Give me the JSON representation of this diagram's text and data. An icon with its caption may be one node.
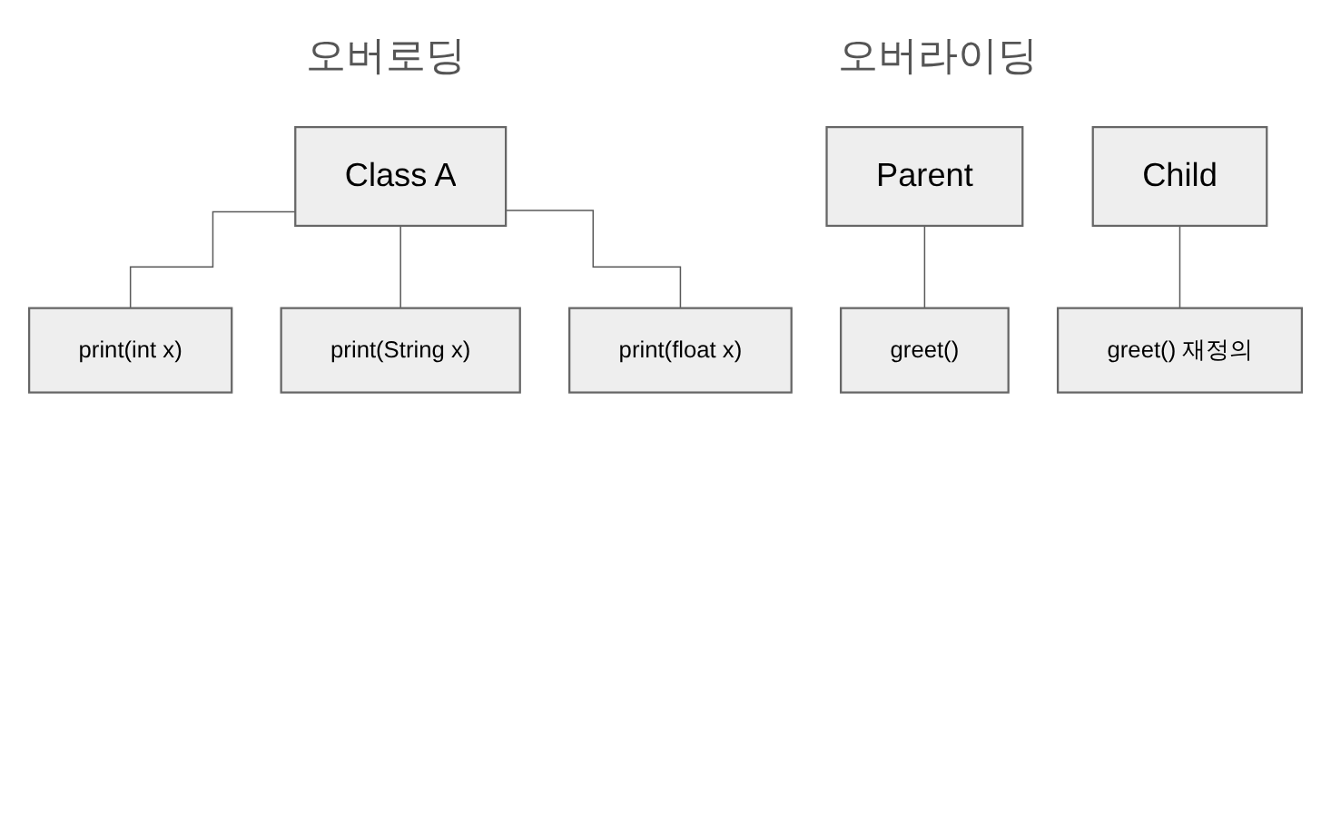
{
  "diagram": {
    "nodes": [
      {
        "text": [
          "Class A"
        ]
      },
      {
        "text": [
          "print(int x)"
        ]
      },
      {
        "text": [
          "print(String x)"
        ]
      },
      {
        "text": [
          "print(float x)"
        ]
      },
      {
        "text": [
          "Parent"
        ]
      },
      {
        "text": [
          "greet()"
        ]
      },
      {
        "text": [
          "Child"
        ]
      },
      {
        "text": [
          "greet() 재정의"
        ]
      }
    ],
    "edges": [
      {
        "from": 0,
        "to": 1,
        "arrow": "none"
      },
      {
        "from": 0,
        "to": 2,
        "arrow": "none"
      },
      {
        "from": 0,
        "to": 3,
        "arrow": "none"
      },
      {
        "from": 4,
        "to": 5,
        "arrow": "none"
      },
      {
        "from": 6,
        "to": 7,
        "arrow": "none"
      }
    ],
    "labels": [
      "오버로딩",
      "오버라이딩"
    ]
  }
}
